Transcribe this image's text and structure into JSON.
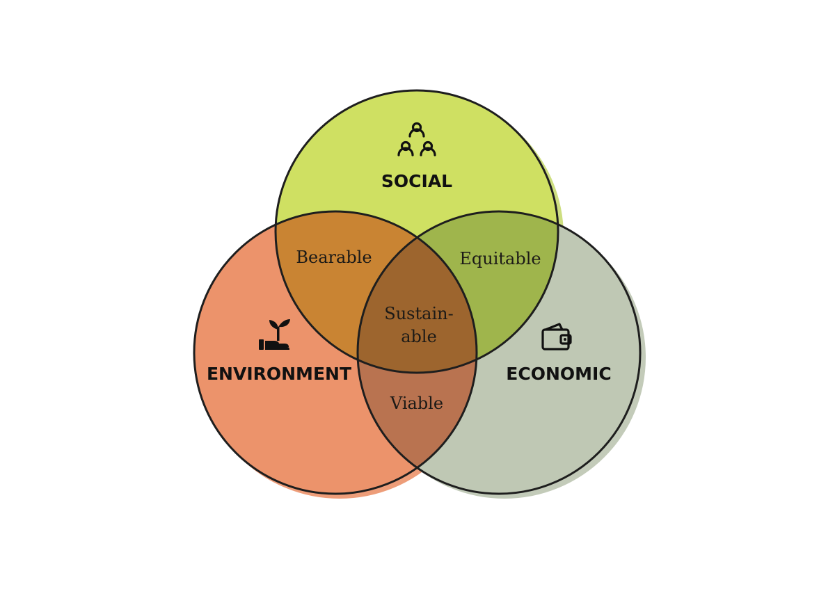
{
  "diagram": {
    "sets": {
      "social": {
        "label": "SOCIAL",
        "icon": "people-group-icon",
        "color": "#c9dd4f"
      },
      "environment": {
        "label": "ENVIRONMENT",
        "icon": "hand-plant-icon",
        "color": "#ea8556"
      },
      "economic": {
        "label": "ECONOMIC",
        "icon": "wallet-icon",
        "color": "#b3bea7"
      }
    },
    "overlaps": {
      "social_environment": "Bearable",
      "social_economic": "Equitable",
      "environment_economic": "Viable",
      "center_line1": "Sustain-",
      "center_line2": "able"
    }
  }
}
